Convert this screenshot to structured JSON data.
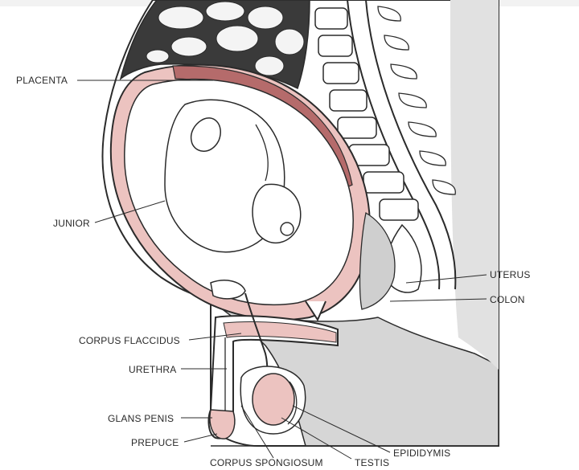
{
  "diagram": {
    "labels": {
      "placenta": "PLACENTA",
      "junior": "JUNIOR",
      "uterus": "UTERUS",
      "colon": "COLON",
      "corpus_flaccidus": "CORPUS FLACCIDUS",
      "urethra": "URETHRA",
      "glans_penis": "GLANS PENIS",
      "prepuce": "PREPUCE",
      "epididymis": "EPIDIDYMIS",
      "corpus_spongiosum": "CORPUS SPONGIOSUM",
      "testis": "TESTIS"
    },
    "colors": {
      "outline": "#2b2b2b",
      "body_fill": "#ffffff",
      "shaded_tissue": "#d6d6d6",
      "intestine_dark": "#3a3a3a",
      "pink_tissue": "#ecc3c0",
      "placenta_red": "#b56b6b",
      "background": "#ffffff"
    }
  }
}
